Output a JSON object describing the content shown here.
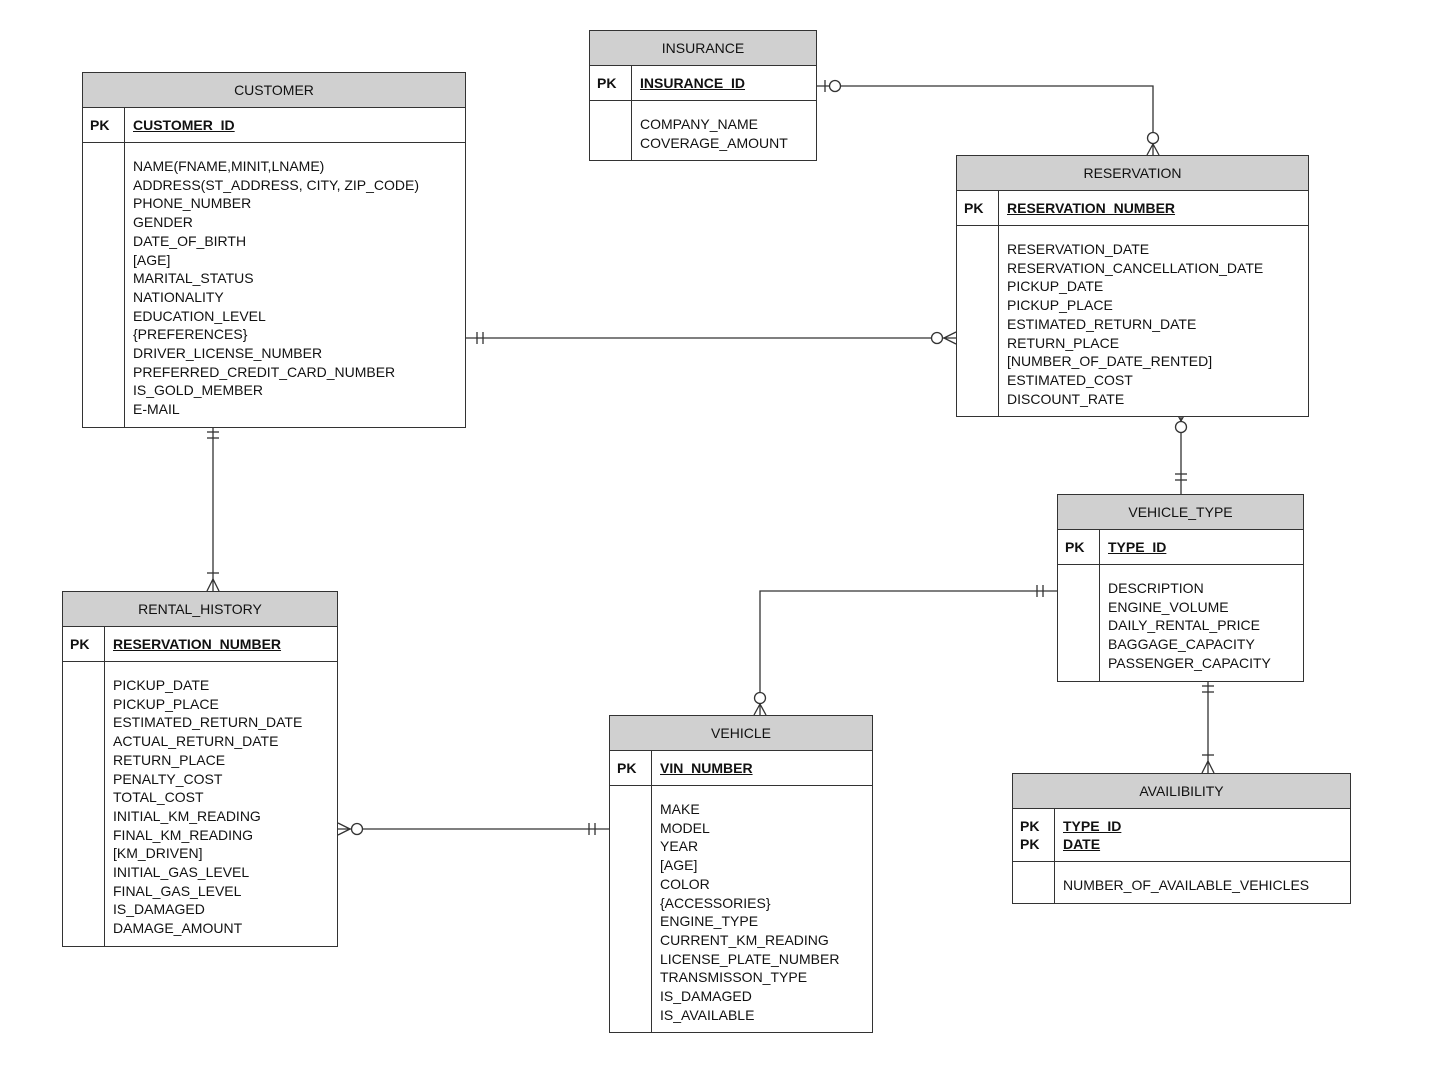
{
  "entities": {
    "customer": {
      "name": "CUSTOMER",
      "pk_labels": [
        "PK"
      ],
      "pk_fields": [
        "CUSTOMER_ID"
      ],
      "attributes": [
        "NAME(FNAME,MINIT,LNAME)",
        "ADDRESS(ST_ADDRESS, CITY, ZIP_CODE)",
        "PHONE_NUMBER",
        "GENDER",
        "DATE_OF_BIRTH",
        "[AGE]",
        "MARITAL_STATUS",
        "NATIONALITY",
        "EDUCATION_LEVEL",
        "{PREFERENCES}",
        "DRIVER_LICENSE_NUMBER",
        "PREFERRED_CREDIT_CARD_NUMBER",
        "IS_GOLD_MEMBER",
        "E-MAIL"
      ]
    },
    "insurance": {
      "name": "INSURANCE",
      "pk_labels": [
        "PK"
      ],
      "pk_fields": [
        "INSURANCE_ID"
      ],
      "attributes": [
        "COMPANY_NAME",
        "COVERAGE_AMOUNT"
      ]
    },
    "reservation": {
      "name": "RESERVATION",
      "pk_labels": [
        "PK"
      ],
      "pk_fields": [
        "RESERVATION_NUMBER"
      ],
      "attributes": [
        "RESERVATION_DATE",
        "RESERVATION_CANCELLATION_DATE",
        "PICKUP_DATE",
        "PICKUP_PLACE",
        "ESTIMATED_RETURN_DATE",
        "RETURN_PLACE",
        "[NUMBER_OF_DATE_RENTED]",
        "ESTIMATED_COST",
        "DISCOUNT_RATE"
      ]
    },
    "vehicle_type": {
      "name": "VEHICLE_TYPE",
      "pk_labels": [
        "PK"
      ],
      "pk_fields": [
        "TYPE_ID"
      ],
      "attributes": [
        "DESCRIPTION",
        "ENGINE_VOLUME",
        "DAILY_RENTAL_PRICE",
        "BAGGAGE_CAPACITY",
        "PASSENGER_CAPACITY"
      ]
    },
    "rental_history": {
      "name": "RENTAL_HISTORY",
      "pk_labels": [
        "PK"
      ],
      "pk_fields": [
        "RESERVATION_NUMBER"
      ],
      "attributes": [
        "PICKUP_DATE",
        "PICKUP_PLACE",
        "ESTIMATED_RETURN_DATE",
        "ACTUAL_RETURN_DATE",
        "RETURN_PLACE",
        "PENALTY_COST",
        "TOTAL_COST",
        "INITIAL_KM_READING",
        "FINAL_KM_READING",
        "[KM_DRIVEN]",
        "INITIAL_GAS_LEVEL",
        "FINAL_GAS_LEVEL",
        "IS_DAMAGED",
        "DAMAGE_AMOUNT"
      ]
    },
    "vehicle": {
      "name": "VEHICLE",
      "pk_labels": [
        "PK"
      ],
      "pk_fields": [
        "VIN_NUMBER"
      ],
      "attributes": [
        "MAKE",
        "MODEL",
        "YEAR",
        "[AGE]",
        "COLOR",
        "{ACCESSORIES}",
        "ENGINE_TYPE",
        "CURRENT_KM_READING",
        "LICENSE_PLATE_NUMBER",
        "TRANSMISSON_TYPE",
        "IS_DAMAGED",
        "IS_AVAILABLE"
      ]
    },
    "availibility": {
      "name": "AVAILIBILITY",
      "pk_labels": [
        "PK",
        "PK"
      ],
      "pk_fields": [
        "TYPE_ID",
        "DATE"
      ],
      "attributes": [
        "NUMBER_OF_AVAILABLE_VEHICLES"
      ]
    }
  },
  "colors": {
    "header_fill": "#d0d0d0",
    "line": "#333333"
  }
}
